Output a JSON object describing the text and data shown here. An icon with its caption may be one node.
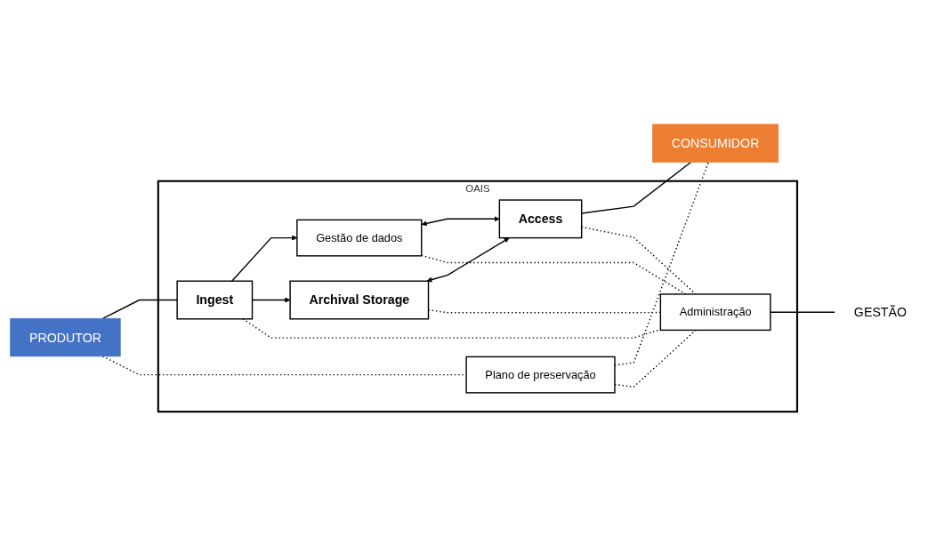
{
  "diagram": {
    "nodes": [
      {
        "text": [
          "PRODUTOR"
        ]
      },
      {
        "text": [
          "OAIS"
        ]
      },
      {
        "text": [
          "Plano de preservação"
        ],
        "in": 1
      },
      {
        "text": [
          "Gestão de dados"
        ],
        "in": 1
      },
      {
        "text": [
          "Ingest"
        ],
        "in": 1
      },
      {
        "text": [
          "Archival Storage"
        ],
        "in": 1
      },
      {
        "text": [
          "Access"
        ],
        "in": 1
      },
      {
        "text": [
          "Administração"
        ],
        "in": 1
      },
      {
        "text": [
          "CONSUMIDOR"
        ]
      },
      {
        "text": [
          "GESTÃO"
        ]
      }
    ],
    "edges": [
      {
        "from": 0,
        "to": 4,
        "arrow": "none"
      },
      {
        "from": 4,
        "to": 3,
        "arrow": "to"
      },
      {
        "from": 4,
        "to": 5,
        "arrow": "to"
      },
      {
        "from": 5,
        "to": 6,
        "arrow": "both"
      },
      {
        "from": 3,
        "to": 6,
        "arrow": "both"
      },
      {
        "from": 6,
        "to": 8,
        "arrow": "none"
      },
      {
        "from": 0,
        "to": 2,
        "arrow": "none",
        "style": "dashed"
      },
      {
        "from": 2,
        "to": 8,
        "arrow": "none",
        "style": "dashed"
      },
      {
        "from": 4,
        "to": 7,
        "arrow": "none",
        "style": "dashed"
      },
      {
        "from": 3,
        "to": 7,
        "arrow": "none",
        "style": "dashed"
      },
      {
        "from": 5,
        "to": 7,
        "arrow": "none",
        "style": "dashed"
      },
      {
        "from": 2,
        "to": 7,
        "arrow": "none",
        "style": "dashed"
      },
      {
        "from": 6,
        "to": 7,
        "arrow": "none",
        "style": "dashed"
      },
      {
        "from": 7,
        "to": 9,
        "arrow": "none"
      }
    ]
  }
}
